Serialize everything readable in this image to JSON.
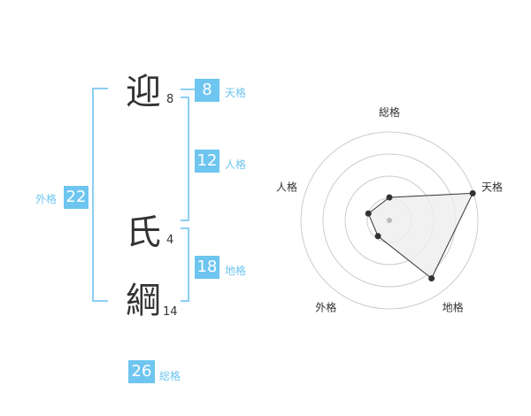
{
  "name": {
    "chars": [
      {
        "char": "迎",
        "strokes": "8"
      },
      {
        "char": "氏",
        "strokes": "4"
      },
      {
        "char": "綱",
        "strokes": "14"
      }
    ]
  },
  "kaku": {
    "tenkaku": {
      "value": "8",
      "label": "天格"
    },
    "jinkaku": {
      "value": "12",
      "label": "人格"
    },
    "chikaku": {
      "value": "18",
      "label": "地格"
    },
    "gaikaku": {
      "value": "22",
      "label": "外格"
    },
    "soukaku": {
      "value": "26",
      "label": "総格"
    }
  },
  "chart_data": {
    "type": "radar",
    "axes": [
      "総格",
      "天格",
      "地格",
      "外格",
      "人格"
    ],
    "values": [
      0.26,
      0.99,
      0.81,
      0.22,
      0.25
    ],
    "rings": 4,
    "colors": {
      "fill": "#eeeeee",
      "stroke": "#333333",
      "grid": "#cccccc",
      "point": "#333333",
      "accent": "#6ec5f0"
    }
  }
}
